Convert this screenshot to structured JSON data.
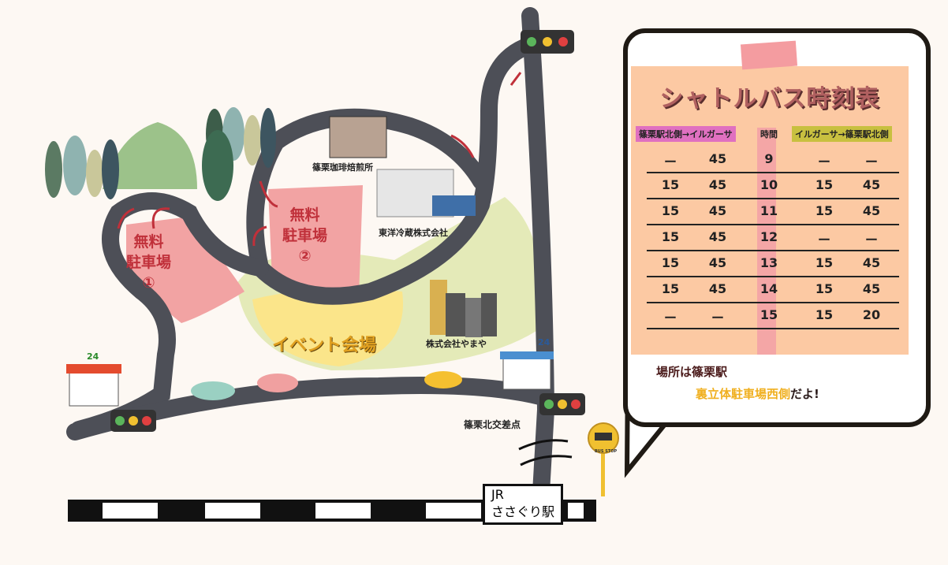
{
  "map": {
    "places": {
      "coffee": "篠栗珈琲焙煎所",
      "toyo": "東洋冷蔵株式会社",
      "yamaya": "株式会社やまや",
      "event": "イベント会場",
      "intersection": "篠栗北交差点",
      "parking1": {
        "line1": "無料",
        "line2": "駐車場",
        "num": "①"
      },
      "parking2": {
        "line1": "無料",
        "line2": "駐車場",
        "num": "②"
      },
      "station": {
        "line1": "JR",
        "line2": "ささぐり駅"
      },
      "store_sign": "24",
      "bus_stop": "BUS STOP"
    }
  },
  "timetable": {
    "title": "シャトルバス時刻表",
    "headers": {
      "outbound": "篠栗駅北側→イルガーサ",
      "hour": "時間",
      "inbound": "イルガーサ→篠栗駅北側"
    },
    "rows": [
      {
        "o1": "ー",
        "o2": "45",
        "h": "9",
        "i1": "ー",
        "i2": "ー"
      },
      {
        "o1": "15",
        "o2": "45",
        "h": "10",
        "i1": "15",
        "i2": "45"
      },
      {
        "o1": "15",
        "o2": "45",
        "h": "11",
        "i1": "15",
        "i2": "45"
      },
      {
        "o1": "15",
        "o2": "45",
        "h": "12",
        "i1": "ー",
        "i2": "ー"
      },
      {
        "o1": "15",
        "o2": "45",
        "h": "13",
        "i1": "15",
        "i2": "45"
      },
      {
        "o1": "15",
        "o2": "45",
        "h": "14",
        "i1": "15",
        "i2": "45"
      },
      {
        "o1": "ー",
        "o2": "ー",
        "h": "15",
        "i1": "15",
        "i2": "20"
      }
    ],
    "note1": "場所は篠栗駅",
    "note2a": "裏立体駐車場西側",
    "note2b": "だよ!"
  },
  "colors": {
    "road": "#4d4f57",
    "parking": "#f2a3a3",
    "event": "#e4eab8",
    "timetable": "#fcc9a3"
  }
}
